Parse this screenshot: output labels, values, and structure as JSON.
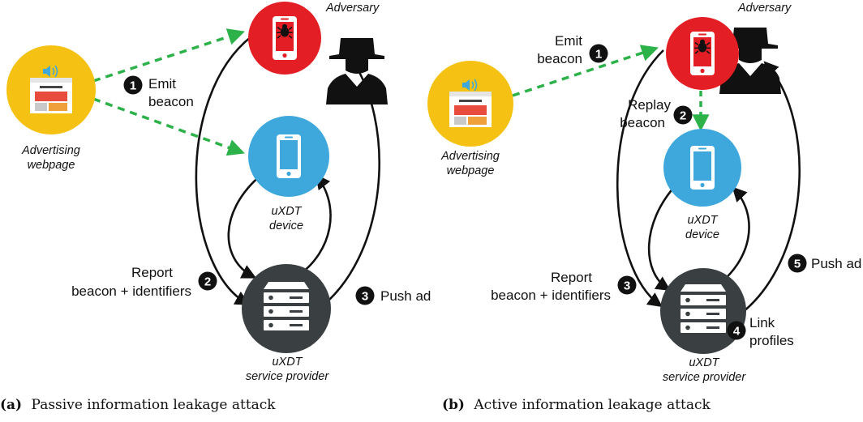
{
  "panel_a": {
    "caption_tag": "(a)",
    "caption_text": "Passive information leakage attack",
    "adversary_label": "Adversary",
    "webpage_label_1": "Advertising",
    "webpage_label_2": "webpage",
    "device_label_1": "uXDT",
    "device_label_2": "device",
    "provider_label_1": "uXDT",
    "provider_label_2": "service provider",
    "step1_num": "1",
    "step1_line1": "Emit",
    "step1_line2": "beacon",
    "step2_num": "2",
    "step2_line1": "Report",
    "step2_line2": "beacon + identifiers",
    "step3_num": "3",
    "step3_line1": "Push ad"
  },
  "panel_b": {
    "caption_tag": "(b)",
    "caption_text": "Active information leakage attack",
    "adversary_label": "Adversary",
    "webpage_label_1": "Advertising",
    "webpage_label_2": "webpage",
    "device_label_1": "uXDT",
    "device_label_2": "device",
    "provider_label_1": "uXDT",
    "provider_label_2": "service provider",
    "step1_num": "1",
    "step1_line1": "Emit",
    "step1_line2": "beacon",
    "step2_num": "2",
    "step2_line1": "Replay",
    "step2_line2": "beacon",
    "step3_num": "3",
    "step3_line1": "Report",
    "step3_line2": "beacon + identifiers",
    "step4_num": "4",
    "step4_line1": "Link",
    "step4_line2": "profiles",
    "step5_num": "5",
    "step5_line1": "Push ad"
  },
  "colors": {
    "adversary_red": "#e31e24",
    "device_blue": "#3ea8dd",
    "webpage_yellow": "#f5c213",
    "server_dark": "#3a3f41",
    "beacon_green": "#2db24a",
    "arrow_black": "#111111"
  }
}
